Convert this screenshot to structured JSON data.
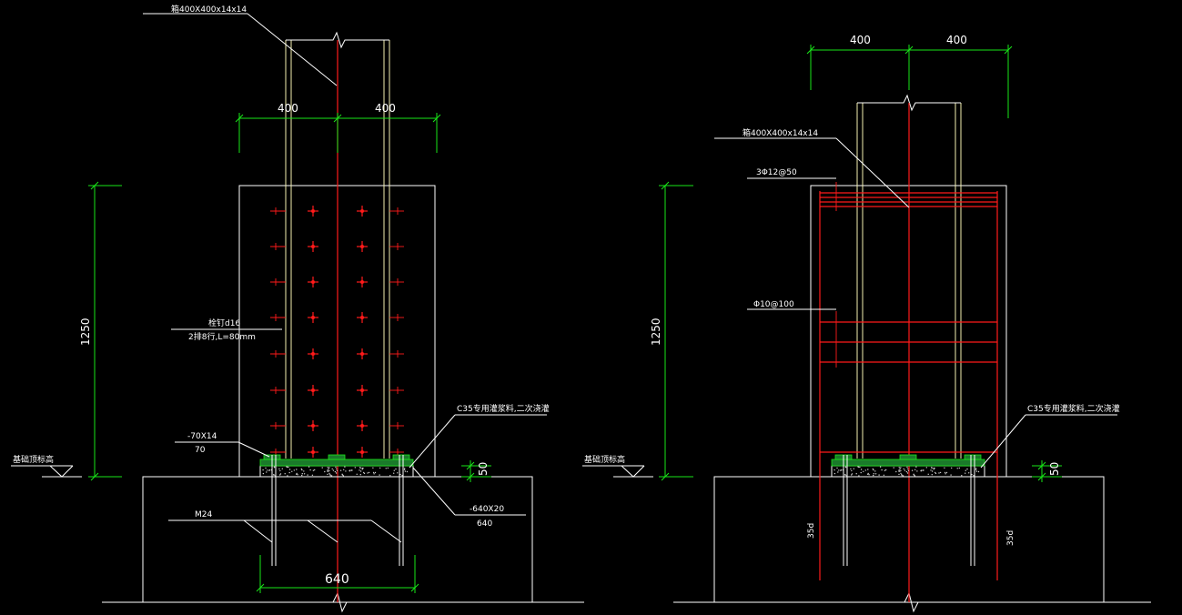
{
  "left": {
    "section_label": "箱400X400x14x14",
    "dim_top_left": "400",
    "dim_top_right": "400",
    "dim_height": "1250",
    "stud_label_1": "栓钉d16",
    "stud_label_2": "2排8行,L=80mm",
    "rib_label_top": "-70X14",
    "rib_label_bottom": "70",
    "grout_label": "C35专用灌浆料,二次浇灌",
    "base_level_label": "基础顶标高",
    "dim_grout": "50",
    "plate_label_top": "-640X20",
    "plate_label_bottom": "640",
    "bolt_label": "M24",
    "dim_plate": "640"
  },
  "right": {
    "section_label": "箱400X400x14x14",
    "dim_top_left": "400",
    "dim_top_right": "400",
    "dim_height": "1250",
    "rebar_top_label": "3Φ12@50",
    "stirrup_label": "Φ10@100",
    "grout_label": "C35专用灌浆料,二次浇灌",
    "base_level_label": "基础顶标高",
    "dim_grout": "50",
    "anchor_left": "35d",
    "anchor_right": "35d"
  }
}
